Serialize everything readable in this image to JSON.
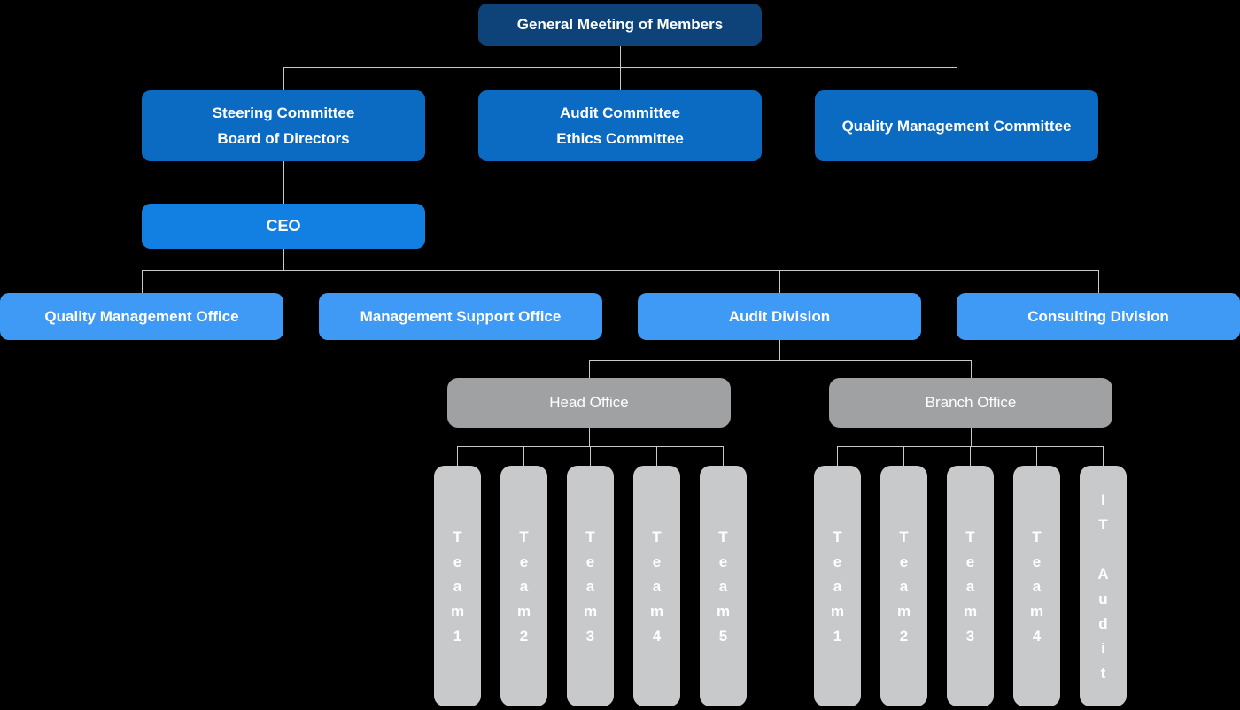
{
  "colors": {
    "background": "#000000",
    "connector": "#c9c9c9",
    "root-box": "#0d4378",
    "committee-box": "#0b6ac2",
    "ceo-box": "#1280e2",
    "office-box": "#3f9af5",
    "branch-box": "#a0a1a3",
    "team-box": "#c8c9cb",
    "text": "#ffffff"
  },
  "org": {
    "root": {
      "label": "General Meeting of Members"
    },
    "committees": [
      {
        "lines": [
          "Steering Committee",
          "Board of Directors"
        ]
      },
      {
        "lines": [
          "Audit Committee",
          "Ethics Committee"
        ]
      },
      {
        "lines": [
          "Quality Management Committee"
        ]
      }
    ],
    "ceo": {
      "label": "CEO"
    },
    "offices": [
      {
        "label": "Quality Management Office"
      },
      {
        "label": "Management Support Office"
      },
      {
        "label": "Audit Division"
      },
      {
        "label": "Consulting Division"
      }
    ],
    "audit_units": [
      {
        "label": "Head Office"
      },
      {
        "label": "Branch Office"
      }
    ],
    "head_office_teams": [
      {
        "label": "Team 1",
        "chars": [
          "T",
          "e",
          "a",
          "m",
          "1"
        ]
      },
      {
        "label": "Team 2",
        "chars": [
          "T",
          "e",
          "a",
          "m",
          "2"
        ]
      },
      {
        "label": "Team 3",
        "chars": [
          "T",
          "e",
          "a",
          "m",
          "3"
        ]
      },
      {
        "label": "Team 4",
        "chars": [
          "T",
          "e",
          "a",
          "m",
          "4"
        ]
      },
      {
        "label": "Team 5",
        "chars": [
          "T",
          "e",
          "a",
          "m",
          "5"
        ]
      }
    ],
    "branch_office_teams": [
      {
        "label": "Team 1",
        "chars": [
          "T",
          "e",
          "a",
          "m",
          "1"
        ]
      },
      {
        "label": "Team 2",
        "chars": [
          "T",
          "e",
          "a",
          "m",
          "2"
        ]
      },
      {
        "label": "Team 3",
        "chars": [
          "T",
          "e",
          "a",
          "m",
          "3"
        ]
      },
      {
        "label": "Team 4",
        "chars": [
          "T",
          "e",
          "a",
          "m",
          "4"
        ]
      },
      {
        "label": "IT Audit",
        "chars": [
          "I",
          "T",
          " ",
          "A",
          "u",
          "d",
          "i",
          "t"
        ]
      }
    ]
  }
}
